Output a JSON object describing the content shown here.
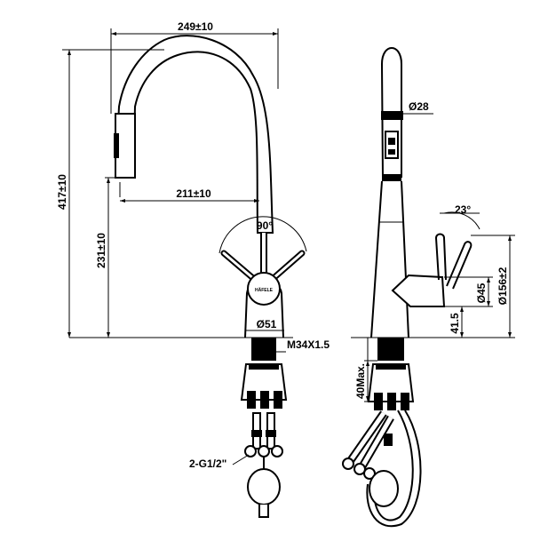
{
  "front_view": {
    "overall_width": "249±10",
    "spout_reach": "211±10",
    "overall_height": "417±10",
    "spout_height": "231±10",
    "lever_angle": "90°",
    "base_diameter": "Ø51",
    "thread": "M34X1.5",
    "inlet_hoses": "2-G1/2\""
  },
  "side_view": {
    "spray_head_diameter": "Ø28",
    "lever_tilt": "23°",
    "lever_hub_diameter": "Ø45",
    "lever_height": "Ø156±2",
    "lever_base_offset": "41.5",
    "max_deck_thickness": "40Max."
  }
}
